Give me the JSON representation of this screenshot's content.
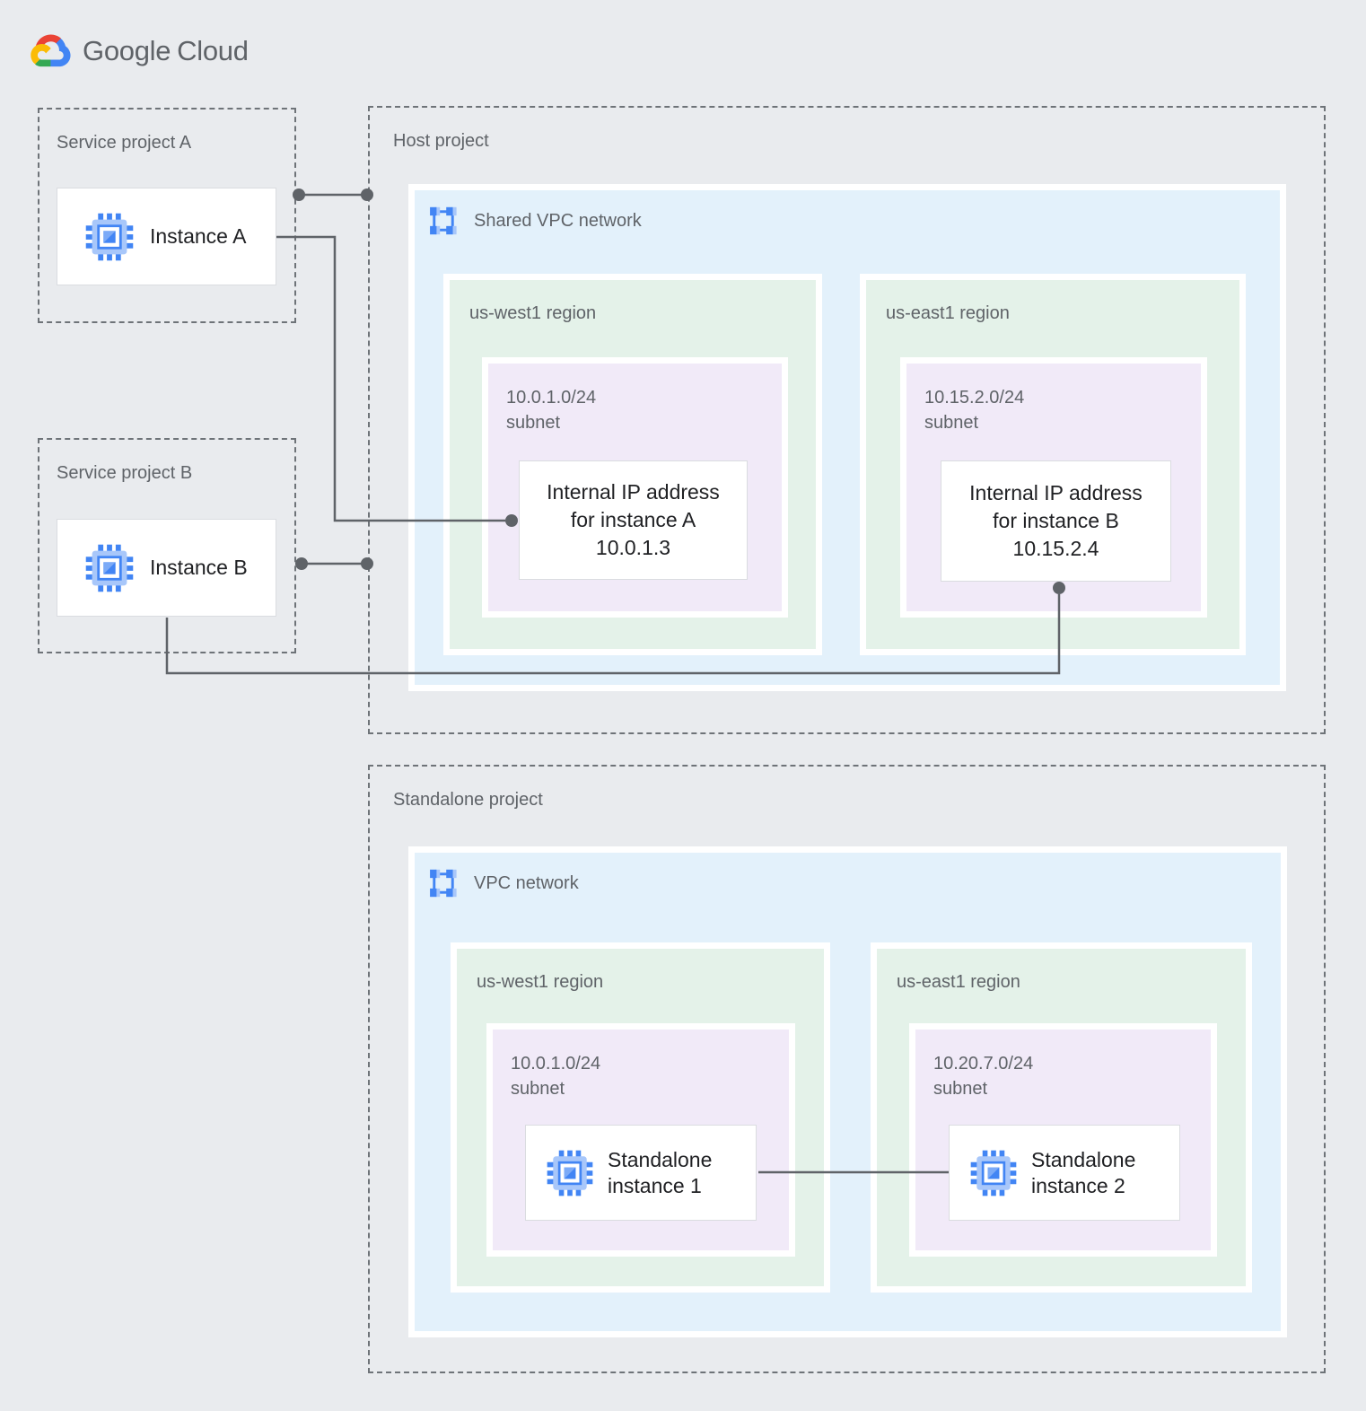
{
  "logo": {
    "google": "Google",
    "cloud": "Cloud"
  },
  "colors": {
    "canvas_bg": "#E9EBEE",
    "network_box_bg": "#E3F1FB",
    "region_box_bg": "#E4F2E9",
    "subnet_box_bg": "#F1EAF8",
    "card_bg": "#FFFFFF",
    "card_border": "#DADCE0",
    "dashed_border": "#6E7378",
    "connector": "#5F6368",
    "label_text": "#5F6368",
    "card_text": "#202124",
    "icon_blue": "#4285F4",
    "icon_light_blue": "#A8C7FA",
    "icon_mid_blue": "#7BAAF7",
    "logo_red": "#EA4335",
    "logo_yellow": "#FBBC05",
    "logo_green": "#34A853",
    "logo_blue": "#4285F4"
  },
  "projects": {
    "service_a": {
      "label": "Service project A",
      "instance": "Instance A"
    },
    "service_b": {
      "label": "Service project B",
      "instance": "Instance B"
    },
    "host": {
      "label": "Host project",
      "network_label": "Shared VPC network",
      "regions": [
        {
          "label": "us-west1 region",
          "subnet_cidr": "10.0.1.0/24",
          "subnet_word": "subnet",
          "card_lines": [
            "Internal IP address",
            "for instance A",
            "10.0.1.3"
          ]
        },
        {
          "label": "us-east1 region",
          "subnet_cidr": "10.15.2.0/24",
          "subnet_word": "subnet",
          "card_lines": [
            "Internal IP address",
            "for instance B",
            "10.15.2.4"
          ]
        }
      ]
    },
    "standalone": {
      "label": "Standalone project",
      "network_label": "VPC network",
      "regions": [
        {
          "label": "us-west1 region",
          "subnet_cidr": "10.0.1.0/24",
          "subnet_word": "subnet",
          "card_lines": [
            "Standalone",
            "instance 1"
          ]
        },
        {
          "label": "us-east1 region",
          "subnet_cidr": "10.20.7.0/24",
          "subnet_word": "subnet",
          "card_lines": [
            "Standalone",
            "instance 2"
          ]
        }
      ]
    }
  }
}
